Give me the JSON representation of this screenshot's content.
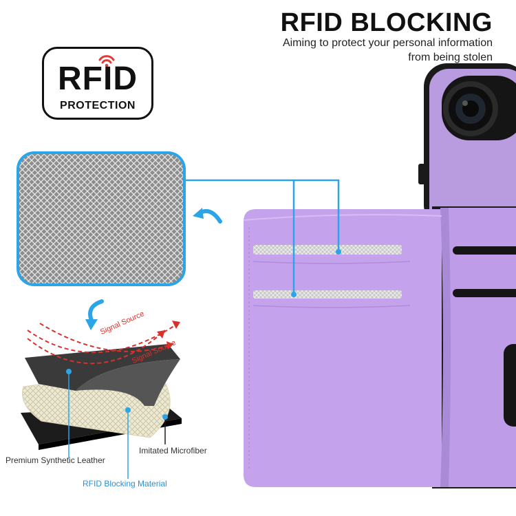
{
  "header": {
    "title": "RFID BLOCKING",
    "subtitle_line1": "Aiming to protect your personal information",
    "subtitle_line2": "from being stolen"
  },
  "badge": {
    "main": "RFID",
    "sub": "PROTECTION"
  },
  "layers": {
    "signal_1": "Signal Source",
    "signal_2": "Signal Source",
    "leather": "Premium Synthetic Leather",
    "microfiber": "Imitated Microfiber",
    "blocking": "RFID Blocking Material"
  },
  "colors": {
    "accent_blue": "#2ba4e8",
    "wallet_purple": "#c6a4ec",
    "signal_red": "#d9302c",
    "icon_red": "#e53935"
  }
}
